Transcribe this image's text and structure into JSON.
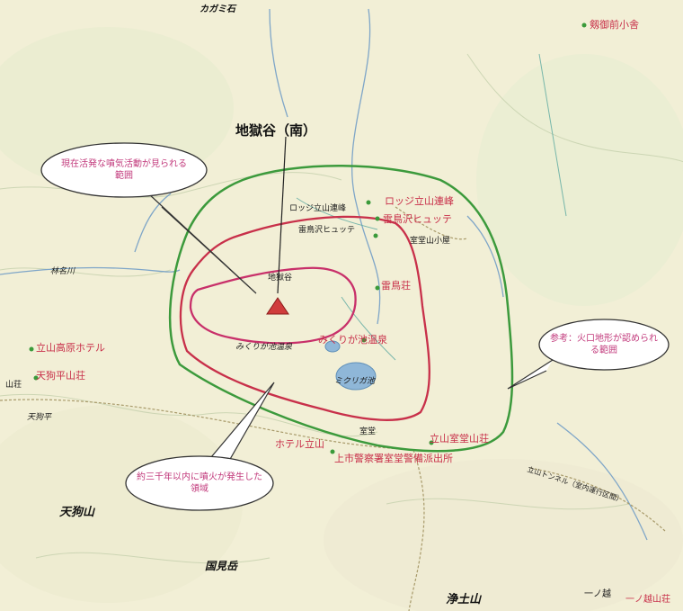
{
  "title": "地獄谷（南）",
  "callouts": {
    "inner": "現在活発な噴気活動が見られる範囲",
    "middle": "約三千年以内に噴火が発生した領域",
    "outer": "参考：火口地形が認められる範囲"
  },
  "places": {
    "kagamiishi": "カガミ石",
    "murodoyama_hut": "室堂山小屋",
    "lodge_tateyama": "ロッジ立山連峰",
    "lodge_tateyama_small": "ロッジ立山連峰",
    "raichozawa": "雷鳥沢ヒュッテ",
    "raichozawa_small": "雷鳥沢ヒュッテ",
    "raichoso": "雷鳥荘",
    "mikurigaike_onsen": "みくりが池温泉",
    "mikurigaike_onsen_small": "みくりが池温泉",
    "mikurigaike": "ミクリガ池",
    "jigokudani_small": "地獄谷",
    "tateyama_kogen_hotel": "立山高原ホテル",
    "tengudaira_sanso": "天狗平山荘",
    "tengudaira": "天狗平",
    "sanso": "山荘",
    "hotel_tateyama": "ホテル立山",
    "murodo_sanso": "立山室堂山荘",
    "kamiichi_keisatsu": "上市警察署室堂警備派出所",
    "tengu_yama": "天狗山",
    "kokenzaka": "国見岳",
    "jodosan": "浄土山",
    "ichinokoshi": "一ノ越",
    "ichinokoshi_sanso": "一ノ越山荘",
    "hayashigawa": "林名川",
    "tengudaira_tunnel": "立山トンネル（室内運行区間）",
    "murodo": "室堂",
    "kenzan_dome": "剱御前小舎"
  },
  "colors": {
    "inner_zone": "#c8306a",
    "middle_zone": "#c8304a",
    "outer_zone": "#3c9a3c",
    "vent_marker": "#d03c3c"
  }
}
